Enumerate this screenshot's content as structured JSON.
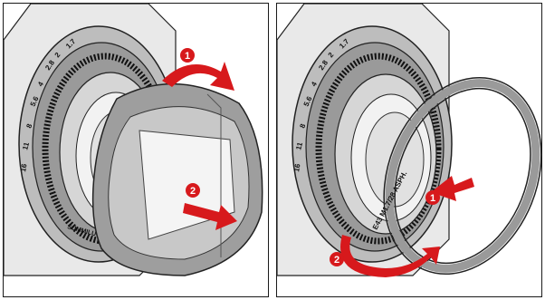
{
  "panels": [
    {
      "step_labels": [
        "1",
        "2"
      ],
      "accent_color": "#d7191c",
      "lens_scale": [
        "16",
        "11",
        "8",
        "5.6",
        "4",
        "2.8",
        "2",
        "1.7"
      ],
      "lens_brand_fragment": "SUMMILU"
    },
    {
      "step_labels": [
        "1",
        "2"
      ],
      "accent_color": "#d7191c",
      "lens_scale": [
        "16",
        "11",
        "8",
        "5.6",
        "4",
        "2.8",
        "2",
        "1.7"
      ],
      "filter_ring_text": "E43 M1.7/28 ASPH."
    }
  ]
}
